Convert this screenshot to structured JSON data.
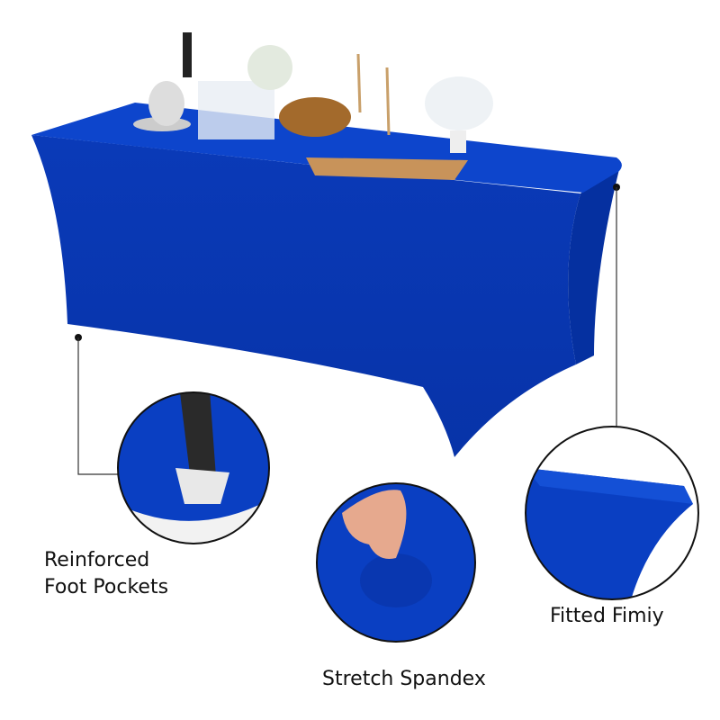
{
  "product": {
    "fabric_color": "#0a3fc2",
    "features": [
      {
        "label_lines": [
          "Reinforced",
          "Foot Pockets"
        ]
      },
      {
        "label_lines": [
          "Stretch Spandex"
        ]
      },
      {
        "label_lines": [
          "Fitted Fimiy"
        ]
      }
    ]
  }
}
